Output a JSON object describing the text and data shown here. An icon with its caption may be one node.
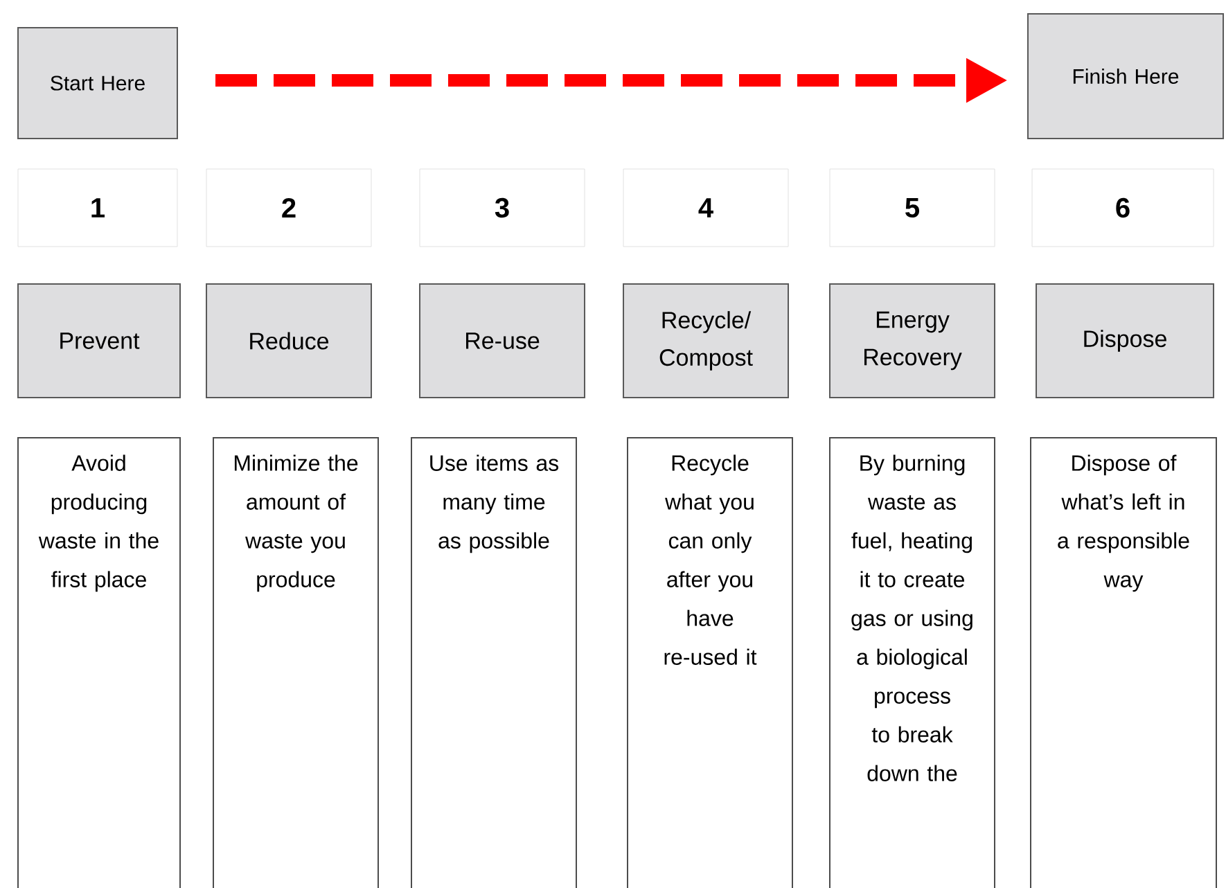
{
  "diagram": {
    "nodes": [
      {
        "text": [
          "Start Here"
        ]
      },
      {
        "text": [
          "Finish Here"
        ]
      },
      {
        "text": [
          "1"
        ]
      },
      {
        "text": [
          "2"
        ]
      },
      {
        "text": [
          "3"
        ]
      },
      {
        "text": [
          "4"
        ]
      },
      {
        "text": [
          "5"
        ]
      },
      {
        "text": [
          "6"
        ]
      },
      {
        "text": [
          "Prevent"
        ]
      },
      {
        "text": [
          "Reduce"
        ]
      },
      {
        "text": [
          "Re-use"
        ]
      },
      {
        "text": [
          "Recycle/ Compost"
        ]
      },
      {
        "text": [
          "Energy Recovery"
        ]
      },
      {
        "text": [
          "Dispose"
        ]
      },
      {
        "text": [
          "Avoid producing waste in the first place"
        ]
      },
      {
        "text": [
          "Minimize the amount of waste you produce"
        ]
      },
      {
        "text": [
          "Use items as many time as possible"
        ]
      },
      {
        "text": [
          "Recycle what you can only after you have re-used it"
        ]
      },
      {
        "text": [
          "By burning waste as fuel, heating it to create gas or using a biological process to break down the"
        ]
      },
      {
        "text": [
          "Dispose of what’s left in a responsible way"
        ]
      }
    ],
    "edges": [
      {
        "from": 0,
        "to": 1,
        "arrow": "to",
        "style": "dashed",
        "color": "#ff0000"
      }
    ]
  }
}
